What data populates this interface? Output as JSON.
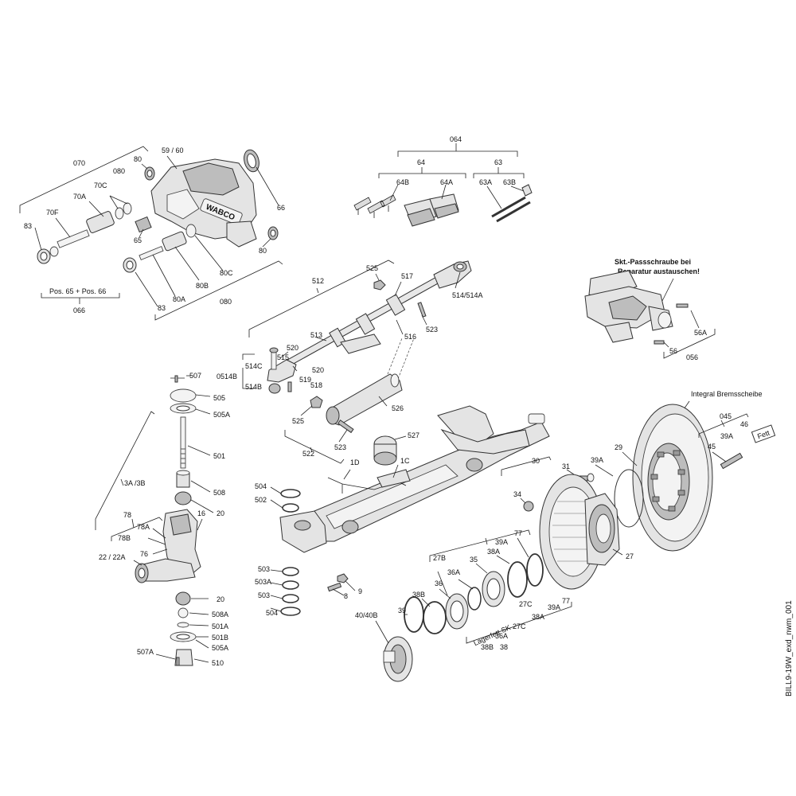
{
  "labels": {
    "l070": "070",
    "l5960": "59 / 60",
    "l80a_top": "80",
    "l080_top": "080",
    "l70C": "70C",
    "l70A": "70A",
    "l70F": "70F",
    "l83a": "83",
    "l65": "65",
    "l66": "66",
    "l80b": "80",
    "l80C": "80C",
    "l80B": "80B",
    "l80A": "80A",
    "l83b": "83",
    "l080b": "080",
    "pos6566": "Pos. 65 + Pos. 66",
    "l066": "066",
    "l064": "064",
    "l64": "64",
    "l63": "63",
    "l64B": "64B",
    "l64A": "64A",
    "l63A": "63A",
    "l63B": "63B",
    "l512": "512",
    "l525a": "525",
    "l517": "517",
    "l514": "514/514A",
    "l523a": "523",
    "l513": "513",
    "l516": "516",
    "l520a": "520",
    "l515": "515",
    "l514C": "514C",
    "l0514B": "0514B",
    "l520b": "520",
    "l519": "519",
    "l518": "518",
    "l514B": "514B",
    "l526": "526",
    "l525b": "525",
    "l523b": "523",
    "l522": "522",
    "l527": "527",
    "l1D": "1D",
    "l1C": "1C",
    "skt1": "Skt.-Passschraube bei",
    "skt2": "Reparatur austauschen!",
    "l56A": "56A",
    "l56": "56",
    "l056": "056",
    "integral": "Integral Bremsscheibe",
    "l045": "045",
    "l46": "46",
    "l39Aa": "39A",
    "fett": "Fett",
    "l45": "45",
    "l29": "29",
    "l30": "30",
    "l31": "31",
    "l39Ab": "39A",
    "l34": "34",
    "l27": "27",
    "l507": "507",
    "l505": "505",
    "l505A": "505A",
    "l501": "501",
    "l3A3B": "3A /3B",
    "l508": "508",
    "l20a": "20",
    "l16": "16",
    "l78": "78",
    "l78A": "78A",
    "l78B": "78B",
    "l76": "76",
    "l2222A": "22 / 22A",
    "l20b": "20",
    "l508A": "508A",
    "l501A": "501A",
    "l501B": "501B",
    "l505Ab": "505A",
    "l507A": "507A",
    "l510": "510",
    "l504a": "504",
    "l502": "502",
    "l503a": "503",
    "l503Aa": "503A",
    "l503b": "503",
    "l504b": "504",
    "l8": "8",
    "l9": "9",
    "l77a": "77",
    "l39Ac": "39A",
    "l27B": "27B",
    "l38Aa": "38A",
    "l35": "35",
    "l36Aa": "36A",
    "l36a": "36",
    "l38Ba": "38B",
    "l39": "39",
    "l40": "40/40B",
    "lager": "Lagerfett SK",
    "l27Ca": "27C",
    "l77b": "77",
    "l39Ad": "39A",
    "l38Ab": "38A",
    "l36Ab": "36A",
    "l27Cb": "27C",
    "l38Bb": "38B",
    "l38": "38",
    "drawingId": "BILL9-19W_exd_nwm_001",
    "brand": "WABCO"
  }
}
